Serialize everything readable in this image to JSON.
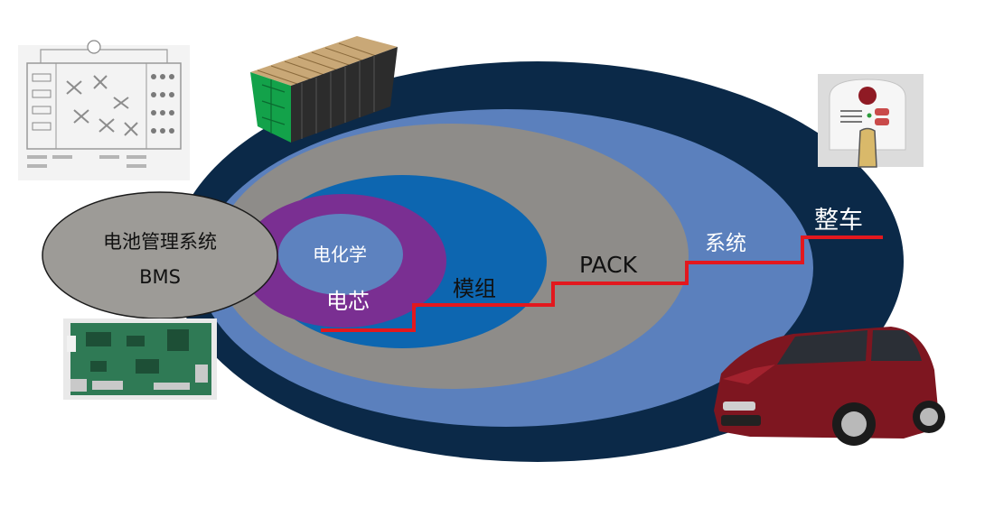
{
  "labels": {
    "chemistry": "电化学",
    "cell": "电芯",
    "module": "模组",
    "pack": "PACK",
    "system": "系统",
    "vehicle": "整车",
    "bms_line1": "电池管理系统",
    "bms_line2": "BMS"
  },
  "colors": {
    "outer_ring": "#0b2948",
    "blue_ring": "#5b80bd",
    "gray_ring": "#8e8c89",
    "deep_blue": "#0d66b0",
    "purple": "#7a2f92",
    "core": "#5d82bf",
    "bms_fill": "#9d9b97",
    "staircase": "#e3181e"
  }
}
